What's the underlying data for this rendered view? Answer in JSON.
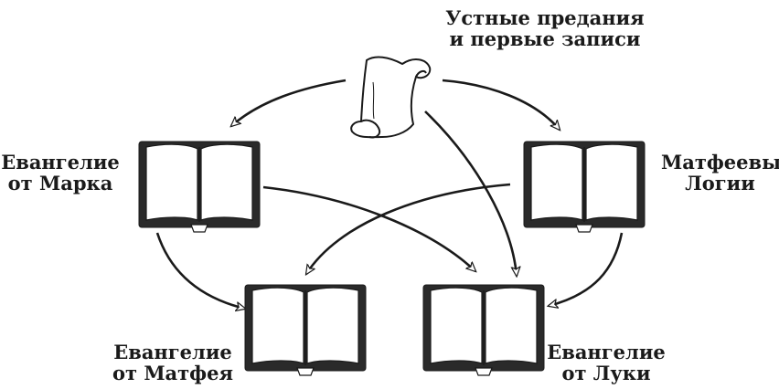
{
  "labels": {
    "oral_tradition": [
      "Устные предания",
      "и первые записи"
    ],
    "gospel_mark": [
      "Евангелие",
      "от Марка"
    ],
    "matthew_logia": [
      "Матфеевы",
      "Логии"
    ],
    "gospel_matthew": [
      "Евангелие",
      "от Матфея"
    ],
    "gospel_luke": [
      "Евангелие",
      "от Луки"
    ]
  },
  "colors": {
    "ink": "#1a1a1a",
    "book_cover": "#2a2a2a",
    "page": "#ffffff",
    "scroll": "#ffffff"
  },
  "icons": [
    "scroll-icon",
    "open-book-icon"
  ],
  "arrows": [
    {
      "from": "oral_tradition",
      "to": "gospel_mark"
    },
    {
      "from": "oral_tradition",
      "to": "matthew_logia"
    },
    {
      "from": "oral_tradition",
      "to": "gospel_luke"
    },
    {
      "from": "gospel_mark",
      "to": "gospel_matthew"
    },
    {
      "from": "gospel_mark",
      "to": "gospel_luke"
    },
    {
      "from": "matthew_logia",
      "to": "gospel_matthew"
    },
    {
      "from": "matthew_logia",
      "to": "gospel_luke"
    }
  ]
}
